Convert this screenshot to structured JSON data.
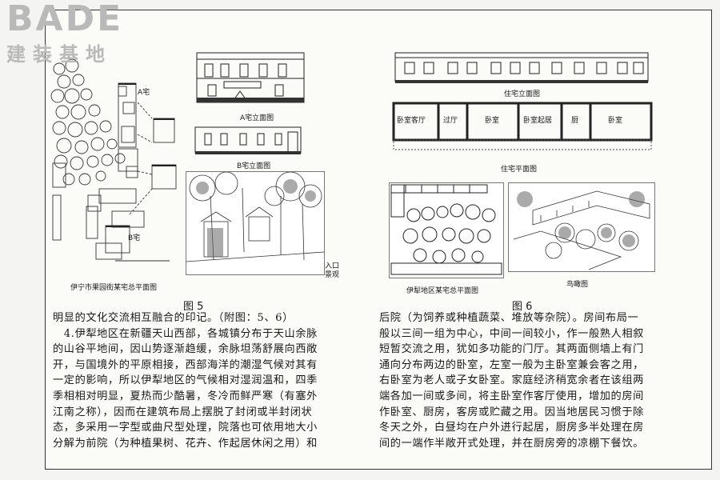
{
  "logo": {
    "word": "BADE",
    "subtitle": "建装基地"
  },
  "figure5": {
    "plan_caption": "伊宁市果园街某宅总平面图",
    "a_house_label": "A宅",
    "b_house_label": "B宅",
    "a_elev_caption": "A宅立面图",
    "b_elev_caption": "B宅立面图",
    "entry_view_label": "入口景观",
    "label": "图 5"
  },
  "figure6": {
    "elev_caption": "住宅立面图",
    "plan_caption": "住宅平面图",
    "site_caption": "伊犁地区某宅总平面图",
    "aerial_caption": "鸟瞰图",
    "room_labels": [
      "卧室客厅",
      "过厅",
      "卧室",
      "卧室起居",
      "厨",
      "卧室"
    ],
    "label": "图 6"
  },
  "left_text": [
    "明显的文化交流相互融合的印记。（附图：5、6）",
    "　4.伊犁地区在新疆天山西部，各城镇分布于天山余脉",
    "的山谷平地间，因山势逐渐趋缓，余脉坦荡舒展向西敞",
    "开，与国境外的平原相接，西部海洋的潮湿气候对其有",
    "一定的影响，所以伊犁地区的气候相对湿润温和，四季",
    "季相相对明显，夏热而少酷暑，冬冷而鲜严寒（有塞外",
    "江南之称），因而在建筑布局上摆脱了封闭或半封闭状",
    "态，多采用一字型或曲尺型处理，院落也可依用地大小",
    "分解为前院（为种植果树、花卉、作起居休闲之用）和"
  ],
  "right_text": [
    "后院（为饲养或种植蔬菜、堆放等杂院）。房间布局一",
    "般以三间一组为中心，中间一间较小，作一般熟人相叙",
    "短暂交流之用，犹如多功能的门厅。其两面侧墙上有门",
    "通向分布两边的卧室，左室一般为主卧室兼会客之用，",
    "右卧室为老人或子女卧室。家庭经济稍宽余者在该组两",
    "端各加一间或多间，将主卧室作客厅使用，增加的房间",
    "作卧室、厨房，客房或贮藏之用。因当地居民习惯于除",
    "冬天之外，白昼均在户外进行起居，厨房多半处理在房",
    "间的一端作半敞开式处理，并在厨房旁的凉棚下餐饮。"
  ]
}
